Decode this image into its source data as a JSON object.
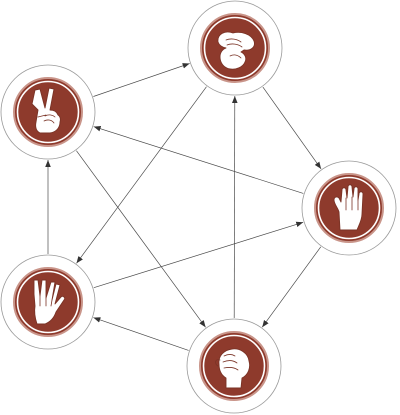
{
  "diagram": {
    "type": "directed-graph",
    "colors": {
      "node_fill": "#8e3a2c",
      "node_ring": "#c9958a",
      "node_outer_stroke": "#9a9a9a",
      "edge": "#4a4a4a",
      "hand": "#ffffff"
    },
    "nodes": [
      {
        "id": "scissors",
        "icon": "scissors-hand-icon"
      },
      {
        "id": "paper",
        "icon": "paper-hand-icon"
      },
      {
        "id": "rock",
        "icon": "rock-fist-icon"
      },
      {
        "id": "lizard",
        "icon": "lizard-hand-icon"
      },
      {
        "id": "spock",
        "icon": "spock-hand-icon"
      }
    ],
    "edges": [
      {
        "from": "scissors",
        "to": "paper"
      },
      {
        "from": "paper",
        "to": "rock"
      },
      {
        "from": "rock",
        "to": "lizard"
      },
      {
        "from": "lizard",
        "to": "spock"
      },
      {
        "from": "spock",
        "to": "scissors"
      },
      {
        "from": "scissors",
        "to": "lizard"
      },
      {
        "from": "lizard",
        "to": "paper"
      },
      {
        "from": "paper",
        "to": "spock"
      },
      {
        "from": "spock",
        "to": "rock"
      },
      {
        "from": "rock",
        "to": "scissors"
      }
    ]
  }
}
